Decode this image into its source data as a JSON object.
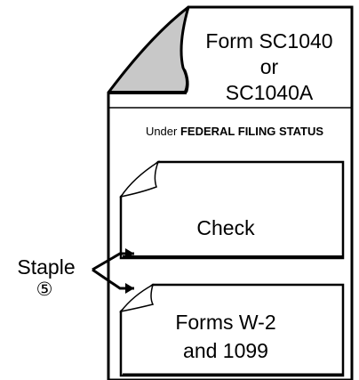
{
  "form": {
    "title_line1": "Form SC1040",
    "title_line2": "or",
    "title_line3": "SC1040A",
    "under_prefix": "Under",
    "under_bold": "FEDERAL FILING STATUS"
  },
  "attachments": {
    "check_label": "Check",
    "w2_line1": "Forms W-2",
    "w2_line2": "and 1099"
  },
  "staple": {
    "label": "Staple",
    "step_number": "⑤"
  },
  "colors": {
    "outline": "#000000",
    "fold": "#c8c8c8",
    "paper": "#ffffff"
  }
}
